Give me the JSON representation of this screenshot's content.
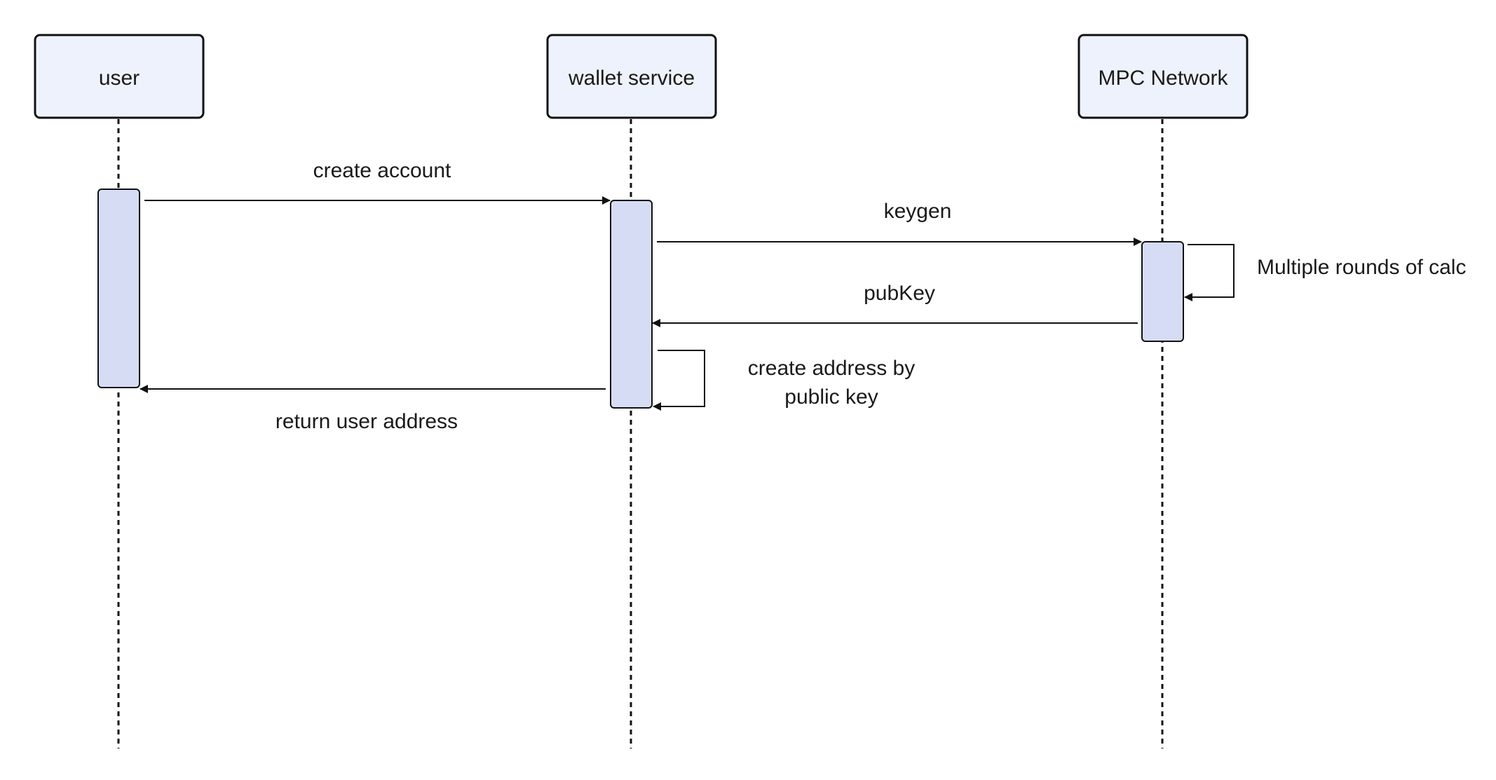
{
  "colors": {
    "participant_fill": "#eef2fc",
    "activation_fill": "#d6dcf4",
    "stroke": "#111111"
  },
  "participants": [
    {
      "label": "user"
    },
    {
      "label": "wallet service"
    },
    {
      "label": "MPC Network"
    }
  ],
  "messages": [
    {
      "label": "create account",
      "from": "user",
      "to": "wallet service"
    },
    {
      "label": "keygen",
      "from": "wallet service",
      "to": "MPC Network"
    },
    {
      "label": "Multiple rounds of calc",
      "from": "MPC Network",
      "to": "MPC Network"
    },
    {
      "label": "pubKey",
      "from": "MPC Network",
      "to": "wallet service"
    },
    {
      "label_lines": [
        "create address by",
        "public key"
      ],
      "from": "wallet service",
      "to": "wallet service"
    },
    {
      "label": "return user address",
      "from": "wallet service",
      "to": "user"
    }
  ]
}
